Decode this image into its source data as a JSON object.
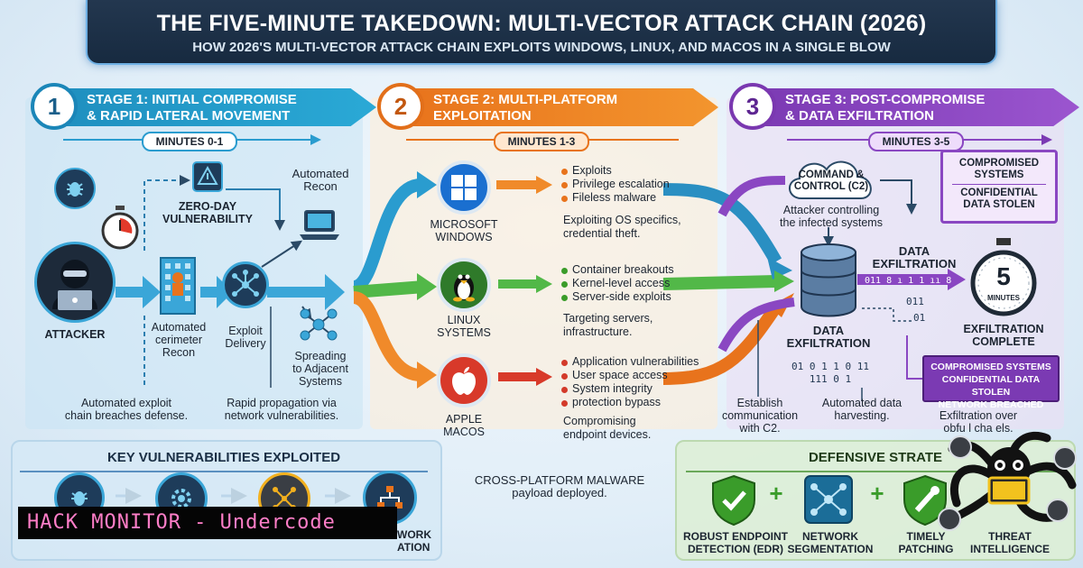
{
  "header": {
    "title": "THE FIVE-MINUTE TAKEDOWN: MULTI-VECTOR ATTACK CHAIN (2026)",
    "subtitle": "HOW 2026'S MULTI-VECTOR ATTACK CHAIN EXPLOITS WINDOWS, LINUX, AND MACOS IN A SINGLE BLOW"
  },
  "stage1": {
    "number": "1",
    "title_line1": "STAGE 1: INITIAL COMPROMISE",
    "title_line2": "& RAPID LATERAL MOVEMENT",
    "minutes": "MINUTES 0-1",
    "attacker": "ATTACKER",
    "zero_day_line1": "ZERO-DAY",
    "zero_day_line2": "VULNERABILITY",
    "recon_line1": "Automated",
    "recon_line2": "Recon",
    "perimeter_line1": "Automated",
    "perimeter_line2": "cerimeter",
    "perimeter_line3": "Recon",
    "exploit_line1": "Exploit",
    "exploit_line2": "Delivery",
    "spreading_line1": "Spreading",
    "spreading_line2": "to Adjacent",
    "spreading_line3": "Systems",
    "caption1_line1": "Automated exploit",
    "caption1_line2": "chain breaches defense.",
    "caption2_line1": "Rapid propagation via",
    "caption2_line2": "network vulnerabilities."
  },
  "stage2": {
    "number": "2",
    "title_line1": "STAGE 2: MULTI-PLATFORM",
    "title_line2": "EXPLOITATION",
    "minutes": "MINUTES 1-3",
    "windows": {
      "name_line1": "MICROSOFT",
      "name_line2": "WINDOWS",
      "bullets": [
        "Exploits",
        "Privilege escalation",
        "Fileless malware"
      ],
      "note_line1": "Exploiting OS specifics,",
      "note_line2": "credential theft."
    },
    "linux": {
      "name_line1": "LINUX",
      "name_line2": "SYSTEMS",
      "bullets": [
        "Container breakouts",
        "Kernel-level access",
        "Server-side exploits"
      ],
      "note_line1": "Targeting servers,",
      "note_line2": "infrastructure."
    },
    "macos": {
      "name_line1": "APPLE",
      "name_line2": "MACOS",
      "bullets": [
        "Application vulnerabilities",
        "User space access",
        "System integrity",
        "protection bypass"
      ],
      "note_line1": "Compromising",
      "note_line2": "endpoint devices."
    },
    "cross_line1": "CROSS-PLATFORM MALWARE",
    "cross_line2": "payload deployed."
  },
  "stage3": {
    "number": "3",
    "title_line1": "STAGE 3: POST-COMPROMISE",
    "title_line2": "& DATA EXFILTRATION",
    "minutes": "MINUTES 3-5",
    "c2_line1": "COMMAND &",
    "c2_line2": "CONTROL (C2)",
    "controlling_line1": "Attacker controlling",
    "controlling_line2": "the infected systems",
    "box1_line1": "COMPROMISED",
    "box1_line2": "SYSTEMS",
    "box1_line3": "CONFIDENTIAL",
    "box1_line4": "DATA STOLEN",
    "exfil_label_line1": "DATA",
    "exfil_label_line2": "EXFILTRATION",
    "binary_top": "011 8 ı 1 1 ıı 8 ı 1",
    "binary_mid1": "011",
    "binary_mid2": "01",
    "db_label_line1": "DATA",
    "db_label_line2": "EXFILTRATION",
    "binary_bottom": "01 0 1 1 0 11",
    "binary_bottom2": "111 0 1",
    "timer_number": "5",
    "timer_unit": "MINUTES",
    "complete_line1": "EXFILTRATION",
    "complete_line2": "COMPLETE",
    "box2_line1": "COMPROMISED SYSTEMS",
    "box2_line2": "CONFIDENTIAL DATA STOLEN",
    "box2_line3": "NETWORK BREACHED",
    "establish_line1": "Establish",
    "establish_line2": "communication",
    "establish_line3": "with C2.",
    "harvest_line1": "Automated data",
    "harvest_line2": "harvesting.",
    "obf_line1": "Exfiltration over",
    "obf_line2": "obfu    l cha  els."
  },
  "vulnerabilities": {
    "title": "KEY VULNERABILITIES EXPLOITED",
    "partial_line1": "WORK",
    "partial_line2": "ATION"
  },
  "defense": {
    "title": "DEFENSIVE STRATE",
    "items": [
      {
        "line1": "ROBUST ENDPOINT",
        "line2": "DETECTION (EDR)"
      },
      {
        "line1": "NETWORK",
        "line2": "SEGMENTATION"
      },
      {
        "line1": "TIMELY",
        "line2": "PATCHING"
      },
      {
        "line1": "THREAT",
        "line2": "INTELLIGENCE"
      }
    ],
    "plus": "+"
  },
  "watermark": "HACK MONITOR - Undercode",
  "colors": {
    "stage1": "#1f8fbf",
    "stage2": "#e8731c",
    "stage3": "#7b3ab3",
    "green": "#3a9c2a",
    "red": "#d33a2a"
  }
}
